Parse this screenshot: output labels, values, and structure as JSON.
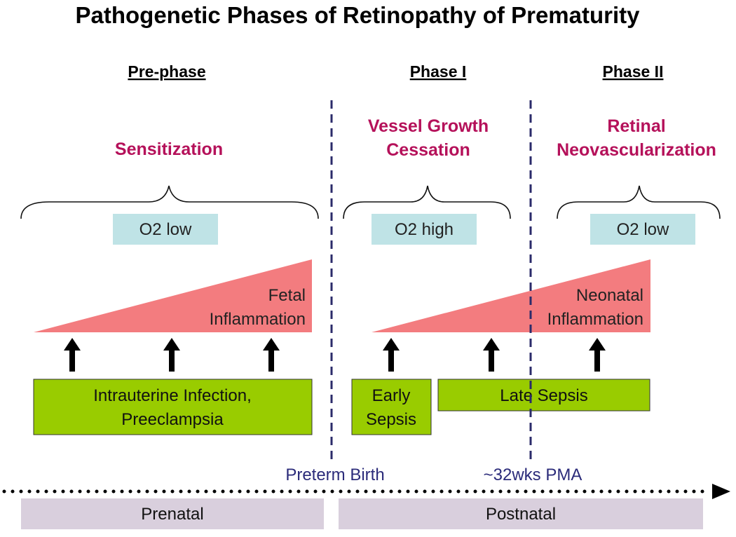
{
  "title": "Pathogenetic Phases of Retinopathy of Prematurity",
  "phases": {
    "pre": {
      "heading": "Pre-phase",
      "mechanism": [
        "Sensitization"
      ],
      "oxygen": "O2 low"
    },
    "one": {
      "heading": "Phase I",
      "mechanism": [
        "Vessel Growth",
        "Cessation"
      ],
      "oxygen": "O2 high"
    },
    "two": {
      "heading": "Phase II",
      "mechanism": [
        "Retinal",
        "Neovascularization"
      ],
      "oxygen": "O2 low"
    }
  },
  "inflammation": {
    "fetal": [
      "Fetal",
      "Inflammation"
    ],
    "neonatal": [
      "Neonatal",
      "Inflammation"
    ]
  },
  "causes": {
    "intrauterine": [
      "Intrauterine Infection,",
      "Preeclampsia"
    ],
    "early_sepsis": [
      "Early",
      "Sepsis"
    ],
    "late_sepsis": "Late Sepsis"
  },
  "markers": {
    "preterm_birth": "Preterm Birth",
    "pma": "~32wks PMA"
  },
  "periods": {
    "prenatal": "Prenatal",
    "postnatal": "Postnatal"
  },
  "colors": {
    "mechanism_text": "#b5115a",
    "oxygen_box": "#bfe3e6",
    "inflammation_fill": "#f37c7f",
    "cause_box": "#99cc00",
    "period_box": "#d9cfdd",
    "divider": "#2b2b6a"
  }
}
